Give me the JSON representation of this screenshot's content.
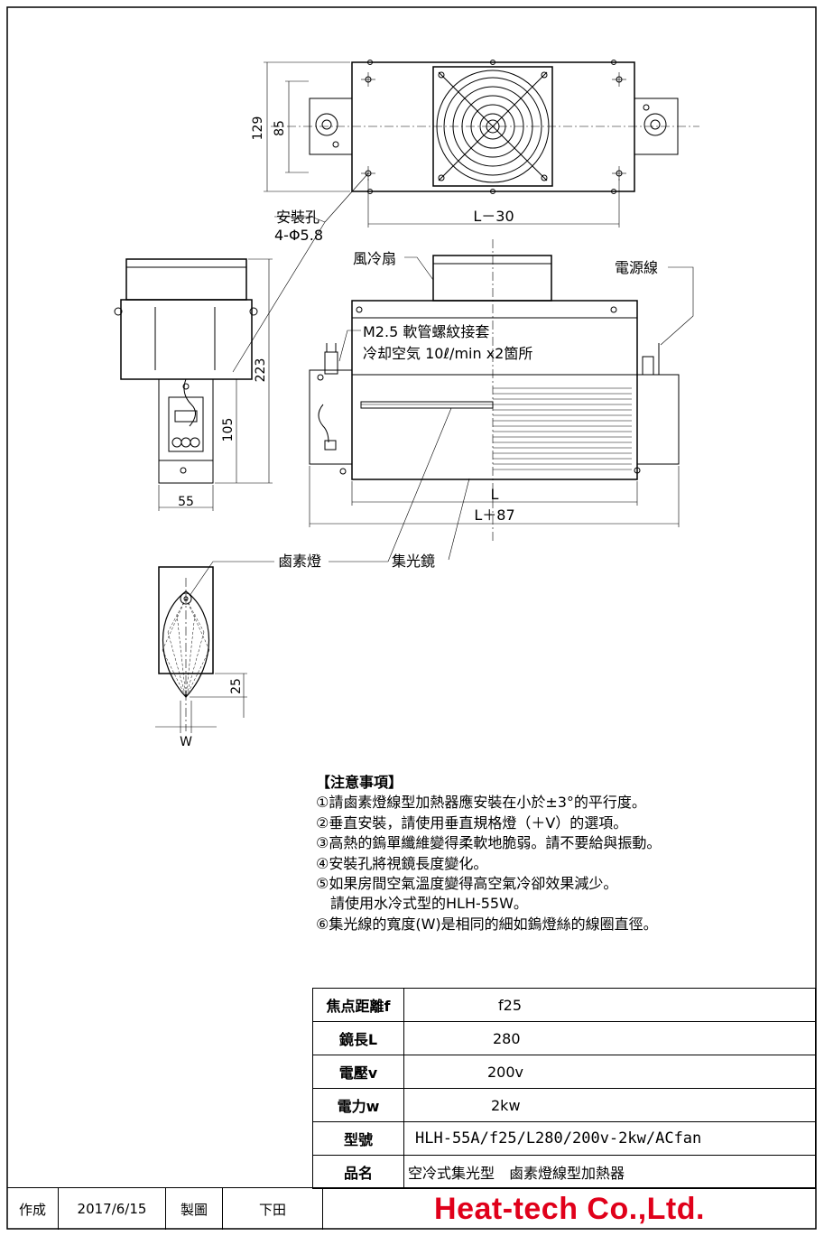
{
  "drawing": {
    "dims": {
      "height_129": "129",
      "height_85": "85",
      "length_l30": "L－30",
      "height_223": "223",
      "height_105": "105",
      "width_55": "55",
      "length_l": "L",
      "length_l87": "L＋87",
      "focus_25": "25",
      "width_w": "W"
    },
    "labels": {
      "mounting_hole": "安裝孔",
      "mounting_hole_spec": "4-Φ5.8",
      "fan": "風冷扇",
      "power_cable": "電源線",
      "hose_fitting": "M2.5  軟管螺紋接套",
      "cooling_air": "冷却空気  10ℓ/min  x2箇所",
      "halogen_lamp": "鹵素燈",
      "reflector": "集光鏡"
    }
  },
  "notes": {
    "title": "【注意事項】",
    "items": [
      "①請鹵素燈線型加熱器應安裝在小於±3°的平行度。",
      "②垂直安裝，請使用垂直規格燈（＋V）的選項。",
      "③高熱的鎢單纖維變得柔軟地脆弱。請不要給與振動。",
      "④安裝孔將視鏡長度變化。",
      "⑤如果房間空氣溫度變得高空氣冷卻效果減少。",
      "　請使用水冷式型的HLH-55W。",
      "⑥集光線的寬度(W)是相同的細如鎢燈絲的線圈直徑。"
    ]
  },
  "specs": [
    {
      "key": "焦点距離f",
      "value": "f25"
    },
    {
      "key": "鏡長L",
      "value": "280"
    },
    {
      "key": "電壓v",
      "value": "200v"
    },
    {
      "key": "電力w",
      "value": "2kw"
    },
    {
      "key": "型號",
      "value": "HLH-55A/f25/L280/200v-2kw/ACfan"
    },
    {
      "key": "品名",
      "value": "空冷式集光型　鹵素燈線型加熱器"
    }
  ],
  "footer": {
    "created_label": "作成",
    "date": "2017/6/15",
    "drawn_label": "製圖",
    "drafter": "下田",
    "company": "Heat-tech Co.,Ltd."
  },
  "colors": {
    "logo": "#e0001a",
    "line": "#000000"
  }
}
